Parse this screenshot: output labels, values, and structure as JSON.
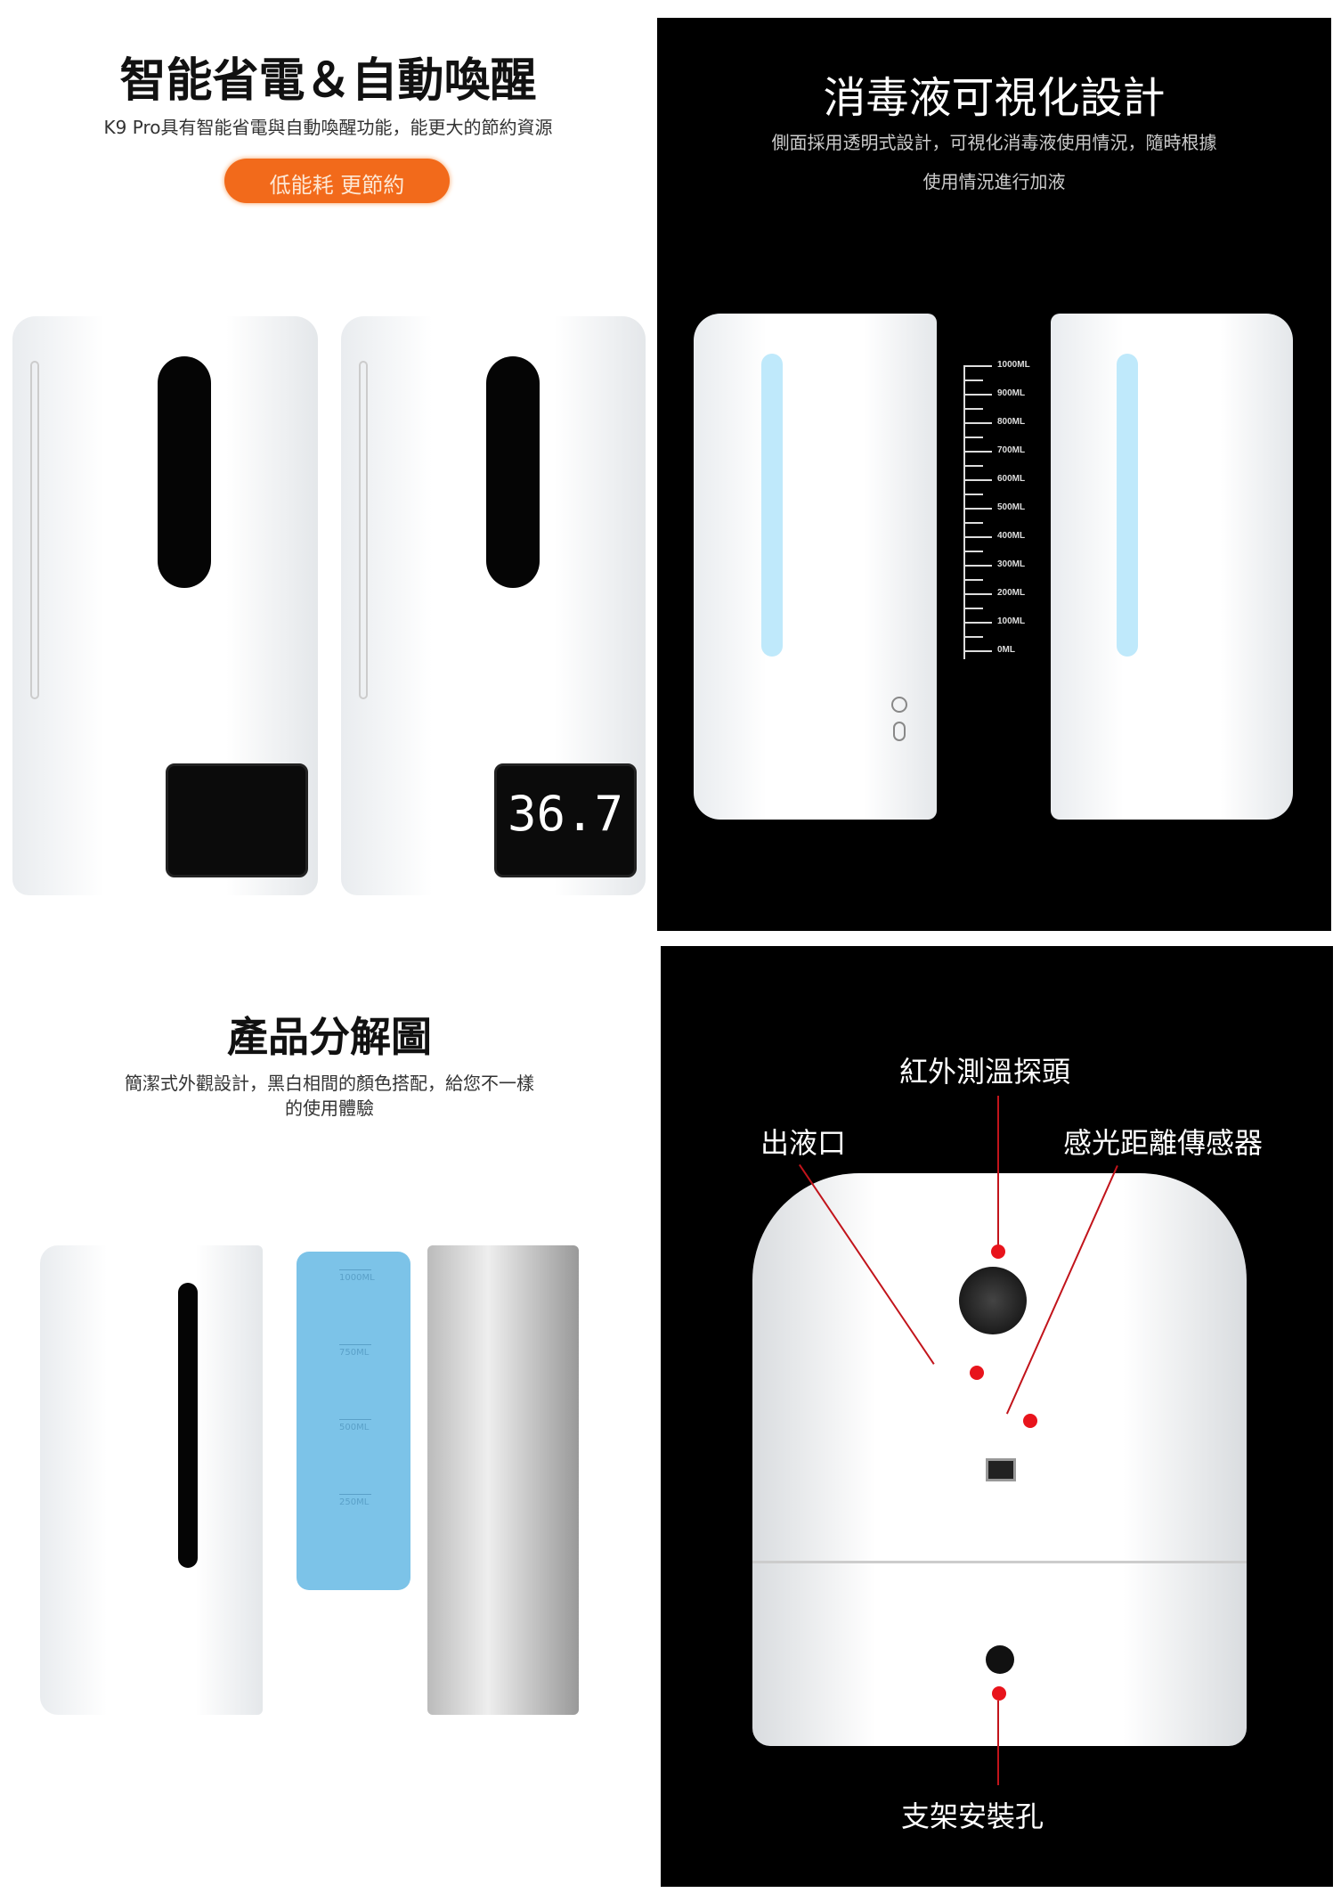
{
  "power_section": {
    "title": "智能省電＆自動喚醒",
    "subtitle": "K9 Pro具有智能省電與自動喚醒功能，能更大的節約資源",
    "badge": "低能耗 更節約",
    "display_reading": "36.7",
    "badge_color": "#f26a1b"
  },
  "visual_section": {
    "title": "消毒液可視化設計",
    "subtitle_line1": "側面採用透明式設計，可視化消毒液使用情況，隨時根據",
    "subtitle_line2": "使用情況進行加液",
    "scale_labels": [
      "1000ML",
      "900ML",
      "800ML",
      "700ML",
      "600ML",
      "500ML",
      "400ML",
      "300ML",
      "200ML",
      "100ML",
      "0ML"
    ]
  },
  "exploded_section": {
    "title": "產品分解圖",
    "subtitle_line1": "簡潔式外觀設計，黑白相間的顏色搭配，給您不一樣",
    "subtitle_line2": "的使用體驗",
    "bottle_labels": [
      "1000ML",
      "750ML",
      "500ML",
      "250ML"
    ]
  },
  "parts_section": {
    "label_probe": "紅外測溫探頭",
    "label_outlet": "出液口",
    "label_sensor": "感光距離傳感器",
    "label_mount": "支架安裝孔",
    "marker_color": "#e8141c"
  }
}
